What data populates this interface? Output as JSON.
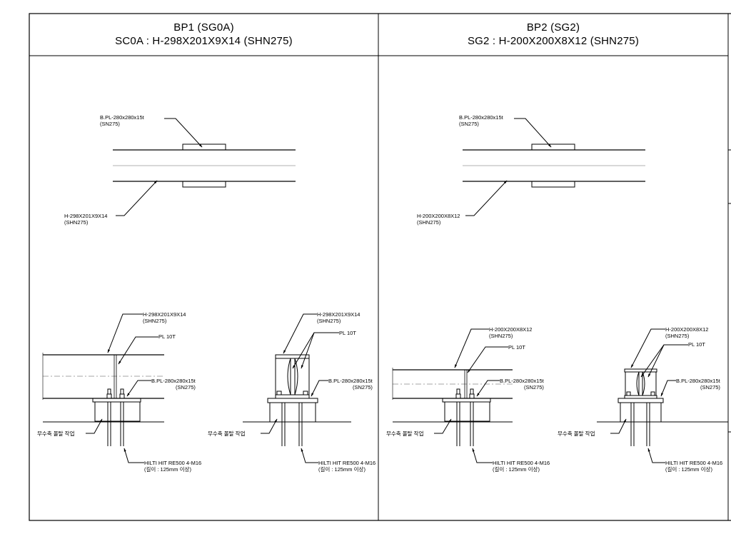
{
  "panels": [
    {
      "title": "BP1 (SG0A)",
      "subtitle": "SC0A : H-298X201X9X14 (SHN275)",
      "plan": {
        "plate_label": "B.PL-280x280x15t",
        "plate_spec": "(SN275)",
        "beam_label": "H-298X201X9X14",
        "beam_spec": "(SHN275)"
      },
      "elevation": {
        "beam_label": "H-298X201X9X14",
        "beam_spec": "(SHN275)",
        "stiffener_label": "PL 10T",
        "plate_label": "B.PL-280x280x15t",
        "plate_spec": "(SN275)",
        "grout_label": "무수축 몰탈 작업",
        "anchor_label": "HILTI HIT RE500 4-M16",
        "anchor_spec": "(길이 : 125mm 이상)"
      },
      "section": {
        "beam_label": "H-298X201X9X14",
        "beam_spec": "(SHN275)",
        "stiffener_label": "PL 10T",
        "plate_label": "B.PL-280x280x15t",
        "plate_spec": "(SN275)",
        "grout_label": "무수축 몰탈 작업",
        "anchor_label": "HILTI HIT RE500 4-M16",
        "anchor_spec": "(길이 : 125mm 이상)"
      }
    },
    {
      "title": "BP2 (SG2)",
      "subtitle": "SG2 : H-200X200X8X12 (SHN275)",
      "plan": {
        "plate_label": "B.PL-280x280x15t",
        "plate_spec": "(SN275)",
        "beam_label": "H-200X200X8X12",
        "beam_spec": "(SHN275)"
      },
      "elevation": {
        "beam_label": "H-200X200X8X12",
        "beam_spec": "(SHN275)",
        "stiffener_label": "PL 10T",
        "plate_label": "B.PL-280x280x15t",
        "plate_spec": "(SN275)",
        "grout_label": "무수축 몰탈 작업",
        "anchor_label": "HILTI HIT RE500 4-M16",
        "anchor_spec": "(길이 : 125mm 이상)"
      },
      "section": {
        "beam_label": "H-200X200X8X12",
        "beam_spec": "(SHN275)",
        "stiffener_label": "PL 10T",
        "plate_label": "B.PL-280x280x15t",
        "plate_spec": "(SN275)",
        "grout_label": "무수축 몰탈 작업",
        "anchor_label": "HILTI HIT RE500 4-M16",
        "anchor_spec": "(길이 : 125mm 이상)"
      }
    }
  ]
}
